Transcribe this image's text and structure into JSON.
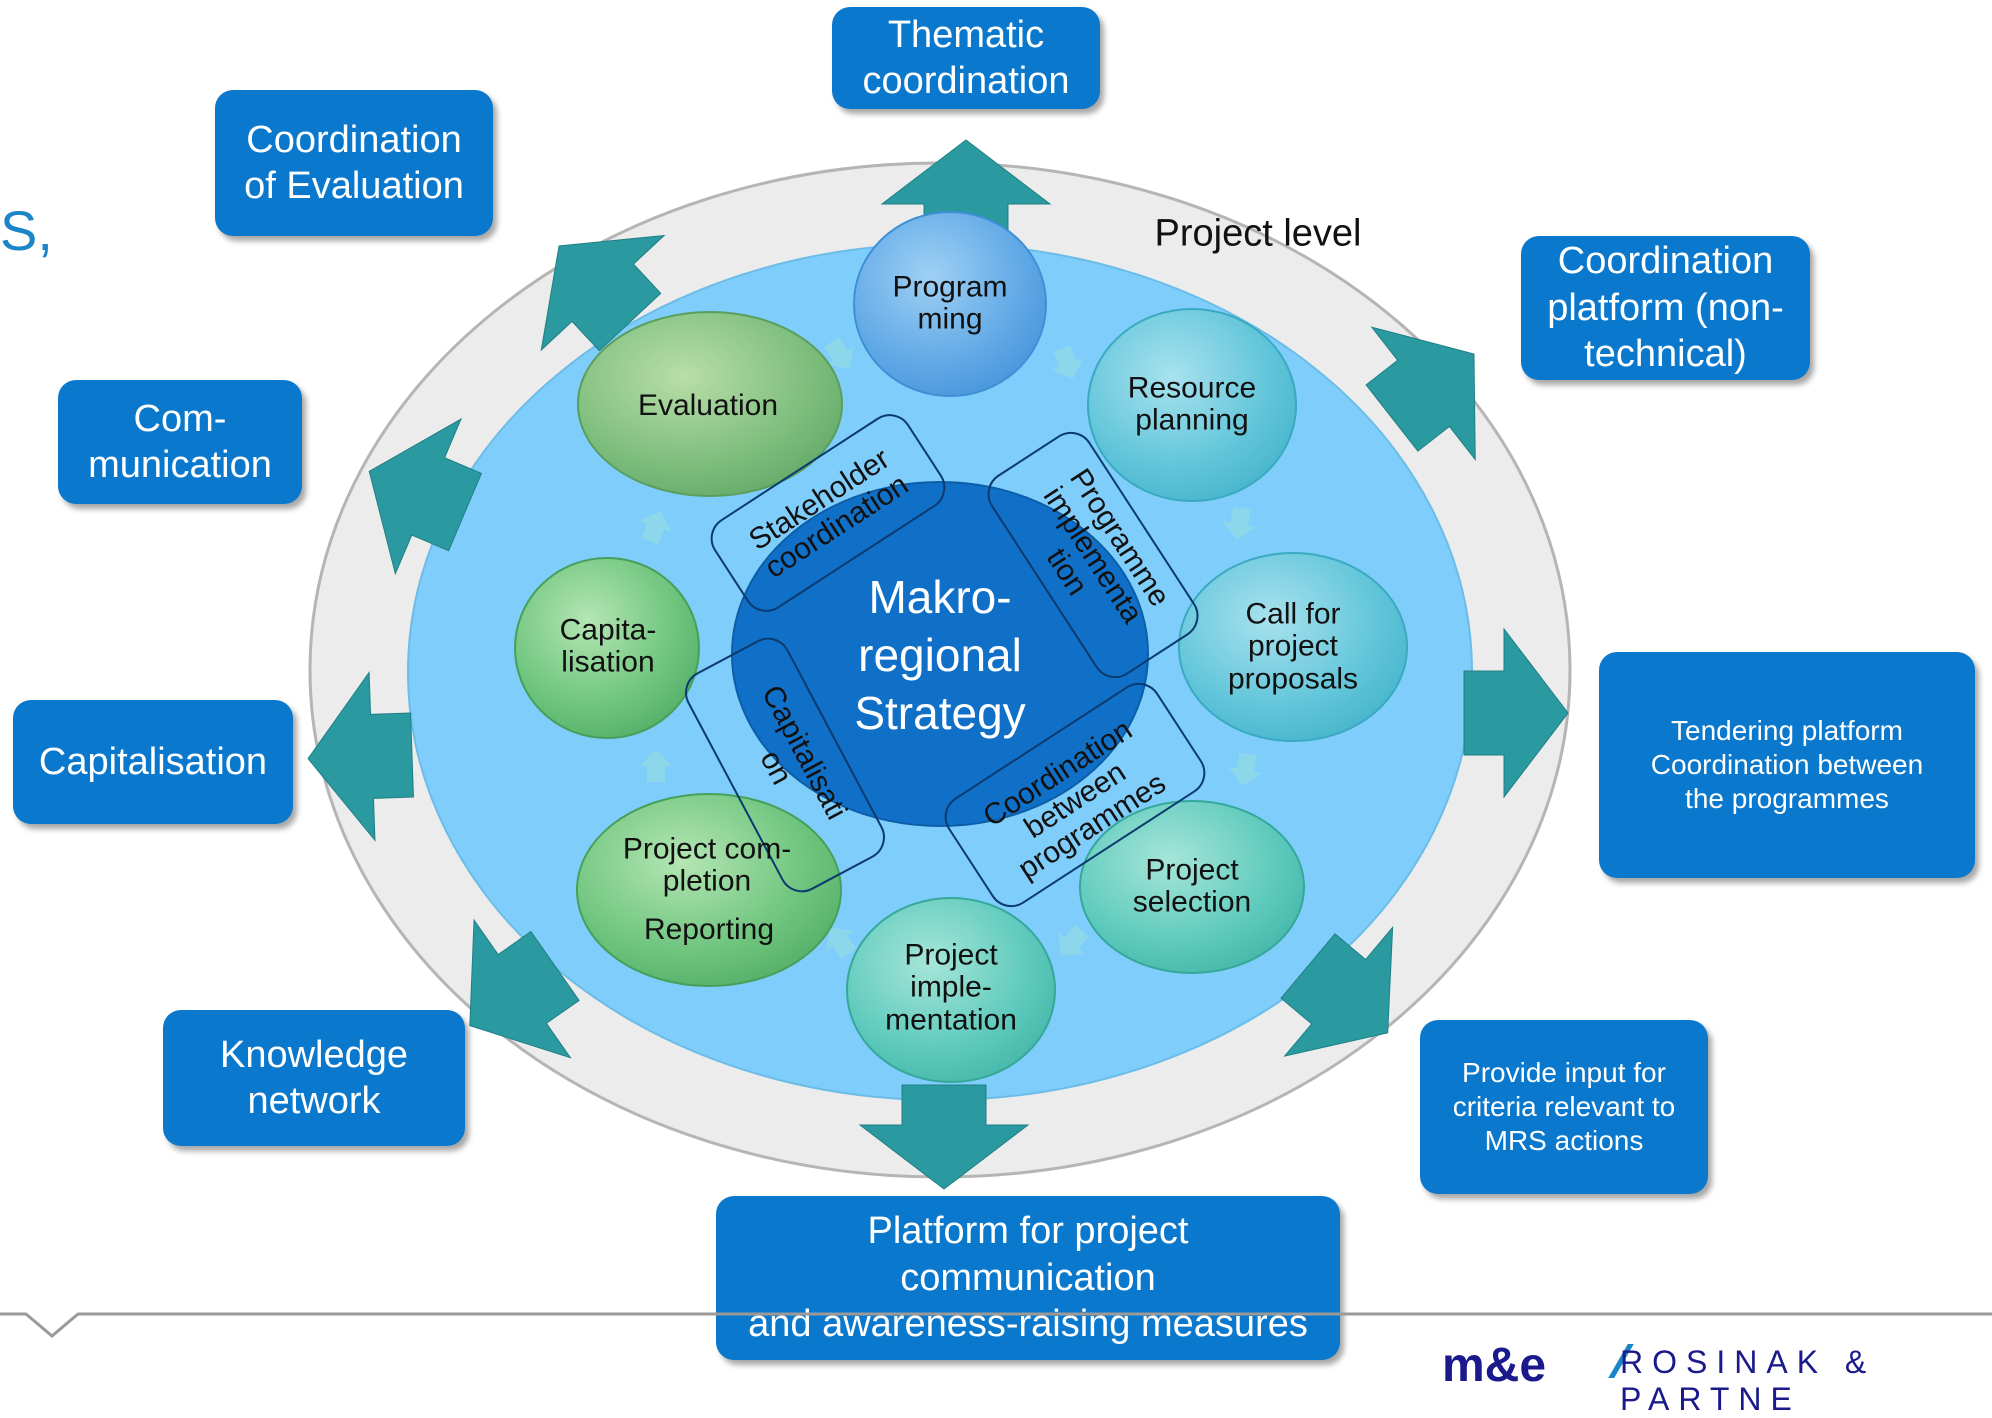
{
  "left_fragment": "S,",
  "project_level": "Project level",
  "center": "Makro-\nregional\nStrategy",
  "cycle": {
    "programming": "Program\nming",
    "resource_planning": "Resource\nplanning",
    "call_for_proposals": "Call for\nproject\nproposals",
    "project_selection": "Project\nselection",
    "project_implementation": "Project\nimple-\nmentation",
    "project_completion": "Project com-\npletion",
    "reporting": "Reporting",
    "capitalisation": "Capita-\nlisation",
    "evaluation": "Evaluation"
  },
  "rotated": {
    "stakeholder": "Stakeholder\ncoordination",
    "programme_impl": "Programme\nimplementa\ntion",
    "capitalisation": "Capitalisati\non",
    "coordination": "Coordination\nbetween\nprogrammes"
  },
  "boxes": {
    "thematic": "Thematic\ncoordination",
    "evaluation": "Coordination\nof Evaluation",
    "platform": "Coordination\nplatform (non-\ntechnical)",
    "communication": "Com-\nmunication",
    "capitalisation": "Capitalisation",
    "tendering": "Tendering platform\nCoordination between\nthe programmes",
    "knowledge": "Knowledge\nnetwork",
    "mrs": "Provide input for\ncriteria relevant to\nMRS actions",
    "project_comm": "Platform for project\ncommunication\nand awareness-raising measures"
  },
  "logo_me": "m&e",
  "logo_rosinak": "ROSINAK & PARTNE",
  "colors": {
    "box_blue": "#0a78cc",
    "arrow_teal": "#2a9aa0",
    "outer_ring": "#ececec",
    "inner_blue": "#7fcdfa",
    "center_blue": "#1070c8"
  }
}
